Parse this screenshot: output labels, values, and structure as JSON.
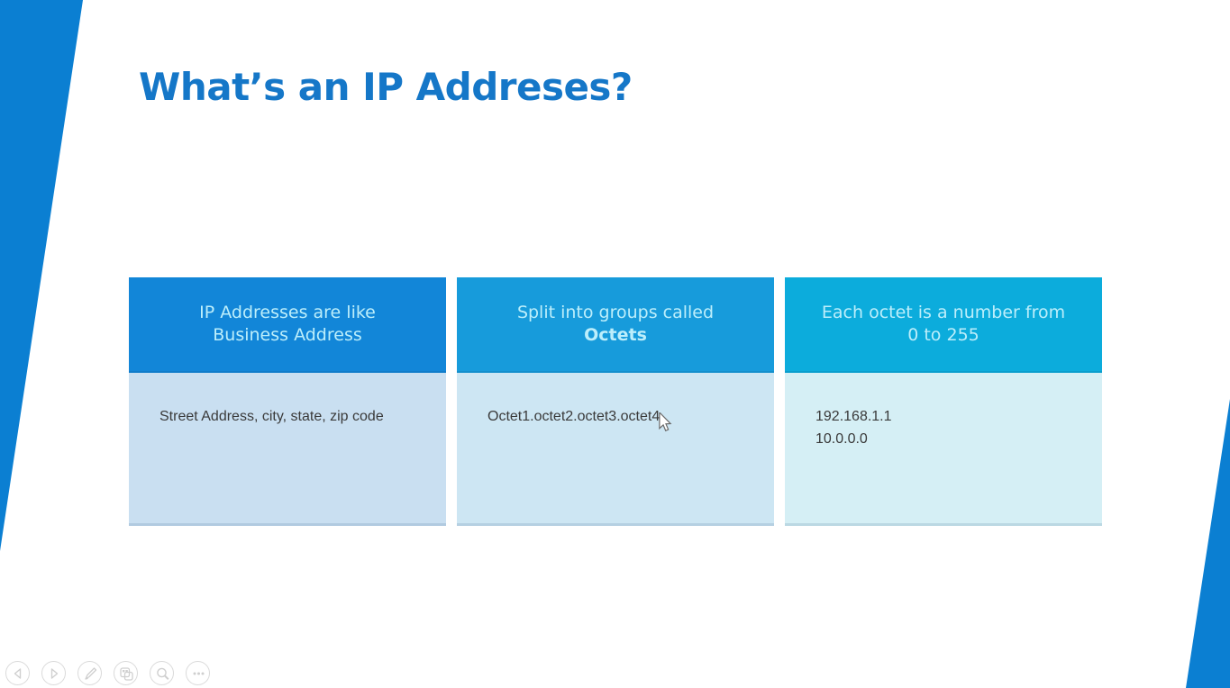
{
  "slide": {
    "title": "What’s an IP Addreses?",
    "cards": [
      {
        "header": [
          "IP Addresses are like",
          "Business Address"
        ],
        "body": [
          "Street Address, city, state, zip code",
          ""
        ]
      },
      {
        "header": [
          "Split into groups called",
          "Octets"
        ],
        "body": [
          "Octet1.octet2.octet3.octet4",
          ""
        ]
      },
      {
        "header": [
          "Each octet is a number from",
          "0 to 255"
        ],
        "body": [
          "192.168.1.1",
          "10.0.0.0"
        ]
      }
    ]
  },
  "toolbar": {
    "items": [
      {
        "icon": "previous-slide-arrow-icon"
      },
      {
        "icon": "next-slide-arrow-icon"
      },
      {
        "icon": "pen-icon"
      },
      {
        "icon": "see-all-slides-icon"
      },
      {
        "icon": "zoom-magnifier-icon"
      },
      {
        "icon": "more-options-icon"
      }
    ]
  },
  "colors": {
    "wedge_blue": "#0b7fd2",
    "title_text": "#1577c8",
    "card1_header_bg": "#1286d8",
    "card2_header_bg": "#179bdb",
    "card3_header_bg": "#0cacdc",
    "card1_body_bg": "#c9dff1",
    "card2_body_bg": "#cde6f3",
    "card3_body_bg": "#d5eff5",
    "header_text": "#bceefb",
    "body_text": "#3a3a3a"
  }
}
